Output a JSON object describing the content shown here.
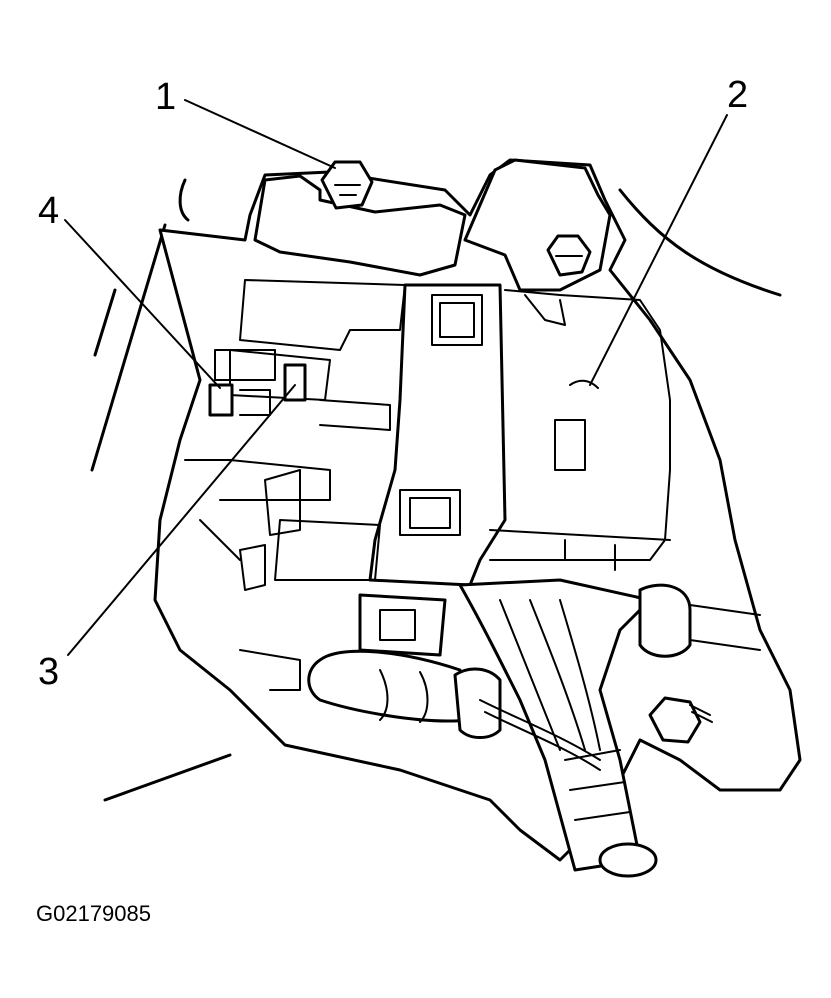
{
  "diagram": {
    "callouts": [
      {
        "id": "1",
        "label": "1"
      },
      {
        "id": "2",
        "label": "2"
      },
      {
        "id": "3",
        "label": "3"
      },
      {
        "id": "4",
        "label": "4"
      }
    ],
    "figure_id": "G02179085",
    "colors": {
      "line": "#000000",
      "background": "#ffffff"
    }
  }
}
